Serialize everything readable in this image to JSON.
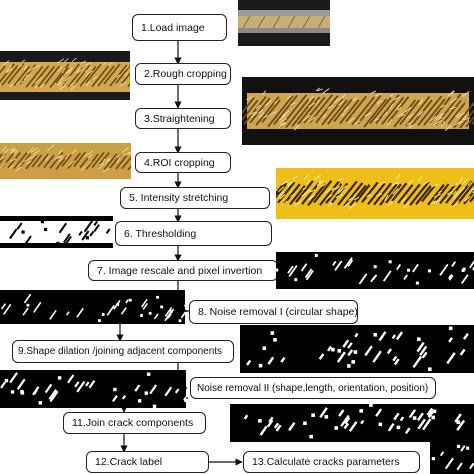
{
  "steps": [
    {
      "label": "1.Load image"
    },
    {
      "label": "2.Rough cropping"
    },
    {
      "label": "3.Straightening"
    },
    {
      "label": "4.ROI cropping"
    },
    {
      "label": "5. Intensity stretching"
    },
    {
      "label": "6. Thresholding"
    },
    {
      "label": "7. Image rescale and pixel invertion"
    },
    {
      "label": "8. Noise removal I (circular shape)"
    },
    {
      "label": "9.Shape dilation /joining adjacent components"
    },
    {
      "label": "Noise removal II (shape,length, orientation, position)"
    },
    {
      "label": "11.Join crack components"
    },
    {
      "label": "12.Crack label"
    },
    {
      "label": "13.Calculate cracks parameters"
    }
  ],
  "colors": {
    "border": "#222222",
    "wood_light": "#d9b25a",
    "wood_dark": "#5a3d12",
    "bright_yellow": "#f2c21a",
    "black": "#000000",
    "white": "#ffffff"
  }
}
